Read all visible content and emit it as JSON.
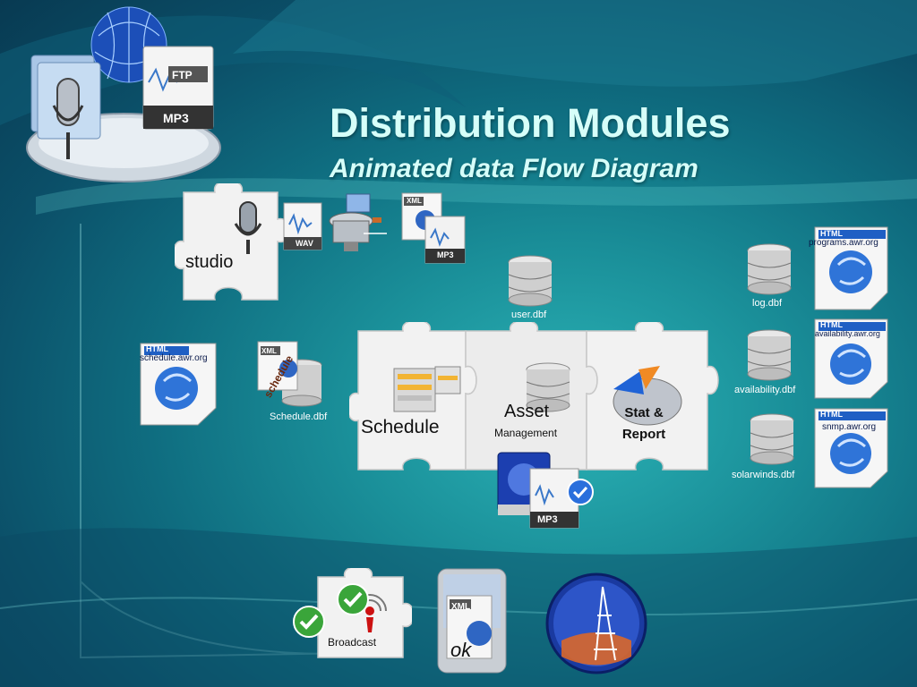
{
  "slide": {
    "title": "Distribution Modules",
    "subtitle": "Animated data Flow Diagram"
  },
  "top_icon": {
    "ftp_label": "FTP",
    "mp3_label": "MP3"
  },
  "studio_piece": {
    "label": "studio",
    "wav_label": "WAV",
    "xml_label": "XML",
    "mp3_label": "MP3"
  },
  "databases": {
    "user": "user.dbf",
    "log": "log.dbf",
    "availability": "availability.dbf",
    "solarwinds": "solarwinds.dbf",
    "schedule": "Schedule.dbf"
  },
  "web_pages": {
    "programs": "programs.awr.org",
    "availability": "availability.awr.org",
    "snmp": "snmp.awr.org",
    "schedule": "schedule.awr.org",
    "html_tag": "HTML"
  },
  "schedule_doc": {
    "xml_label": "XML",
    "stamp": "schedule"
  },
  "main_modules": {
    "schedule": "Schedule",
    "asset": "Asset",
    "asset_sub": "Management",
    "stat": "Stat &",
    "report": "Report"
  },
  "asset_drive": {
    "mp3_label": "MP3"
  },
  "bottom": {
    "broadcast": "Broadcast",
    "xml_label": "XML",
    "ok_label": "ok"
  },
  "colors": {
    "title": "#d6fff9",
    "puzzle": "#f2f2f2",
    "check_green": "#3aa53a",
    "accent_blue": "#2a6fdc"
  }
}
